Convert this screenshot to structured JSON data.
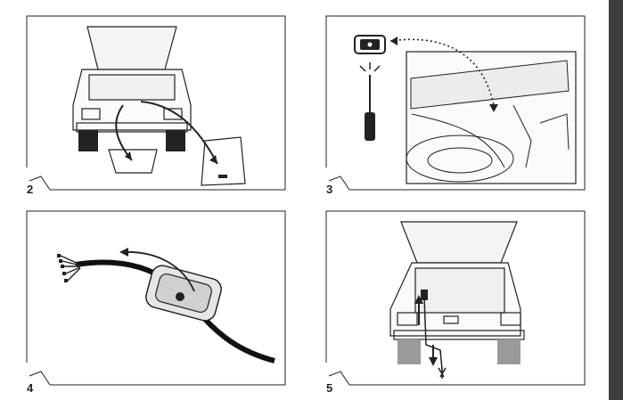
{
  "steps": [
    {
      "number": "2"
    },
    {
      "number": "3"
    },
    {
      "number": "4"
    },
    {
      "number": "5"
    }
  ],
  "colors": {
    "line": "#222222",
    "background": "#ffffff",
    "shade": "#cfcfcf",
    "sidebar": "#3d3d3d"
  }
}
